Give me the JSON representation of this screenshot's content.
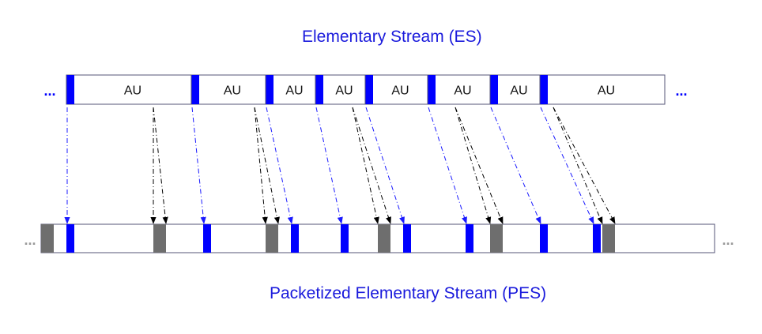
{
  "es": {
    "title": "Elementary Stream (ES)",
    "au_label": "AU",
    "ellipsis": "...",
    "au_count": 8
  },
  "pes": {
    "title": "Packetized Elementary Stream (PES)",
    "ellipsis": "..."
  },
  "colors": {
    "title_text": "#1a1adc",
    "header_blue": "#0000ff",
    "pes_header_gray": "#6e6e6e",
    "border": "#555577",
    "arrow_blue": "#1a1aff",
    "arrow_black": "#000000",
    "ellipsis_es": "#0000ff",
    "ellipsis_pes": "#999999"
  }
}
